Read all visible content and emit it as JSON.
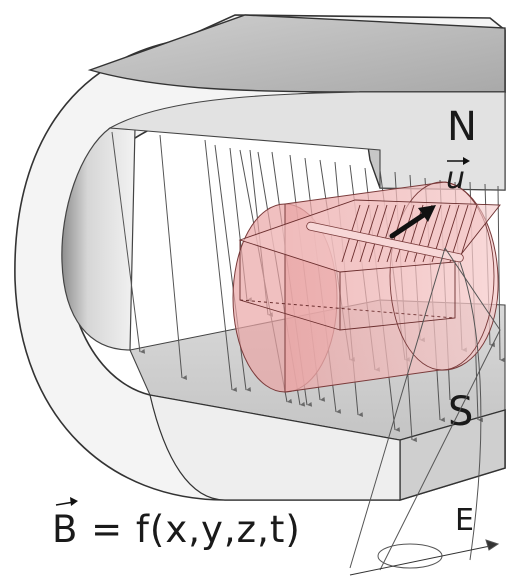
{
  "labels": {
    "north": "N",
    "south": "S",
    "velocity": "u",
    "emf": "E",
    "formula": "B = f(x,y,z,t)"
  },
  "colors": {
    "magnet_face": "#f3f3f3",
    "magnet_shade": "#b9b9b9",
    "cylinder": "#f2b3b3",
    "outline": "#333333",
    "arrow": "#111111"
  },
  "icons": [
    "field-arrow-icon",
    "velocity-arrow-icon",
    "vector-arrow-icon"
  ]
}
